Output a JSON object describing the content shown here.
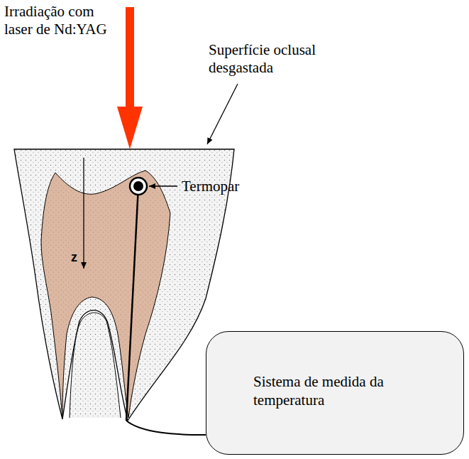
{
  "diagram": {
    "nodes": [
      {
        "text": [
          "Sistema de medida da temperatura"
        ]
      }
    ],
    "labels": [
      "Irradiação com laser de Nd:YAG",
      "Superfície oclusal desgastada",
      "Termopar",
      "z"
    ]
  }
}
